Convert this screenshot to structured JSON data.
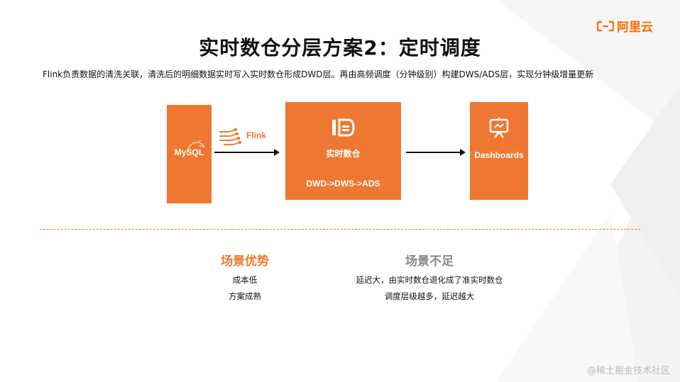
{
  "brand": {
    "logo_text": "阿里云",
    "accent_color": "#ff6a00"
  },
  "slide": {
    "title": "实时数仓分层方案2：定时调度",
    "subtitle": "Flink负责数据的清洗关联，清洗后的明细数据实时写入实时数仓形成DWD层。再由高频调度（分钟级别）构建DWS/ADS层，实现分钟级增量更新"
  },
  "diagram": {
    "box_color": "#ee7832",
    "source": {
      "label": "MySQL",
      "icon": "mysql-dolphin-icon"
    },
    "pipeline": {
      "label": "Flink",
      "icon": "flink-stream-icon"
    },
    "warehouse": {
      "label": "实时数仓",
      "layers": "DWD->DWS->ADS",
      "icon": "warehouse-database-icon"
    },
    "target": {
      "label": "Dashboards",
      "icon": "dashboard-screen-icon"
    }
  },
  "pros": {
    "title": "场景优势",
    "items": [
      "成本低",
      "方案成熟"
    ]
  },
  "cons": {
    "title": "场景不足",
    "items": [
      "延迟大，由实时数仓退化成了准实时数仓",
      "调度层级越多，延迟越大"
    ]
  },
  "watermark": "@稀土掘金技术社区"
}
